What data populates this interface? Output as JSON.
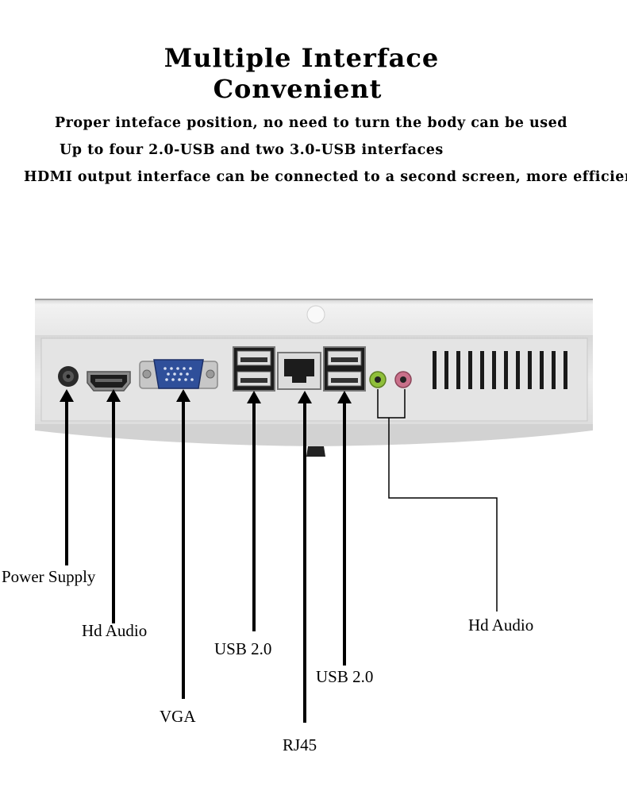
{
  "title": {
    "line1": "Multiple Interface",
    "line2": "Convenient"
  },
  "features": [
    "Proper inteface position, no need to turn the body can be used",
    "Up to four 2.0-USB and two 3.0-USB interfaces",
    "HDMI output interface can be connected to a second screen, more efficient"
  ],
  "ports": {
    "power": "Power Supply",
    "hdmi": "Hd Audio",
    "vga": "VGA",
    "usb_left": "USB 2.0",
    "rj45": "RJ45",
    "usb_right": "USB 2.0",
    "audio": "Hd Audio"
  },
  "colors": {
    "panel": "#e9e9e9",
    "vga_blue": "#2f4f9a",
    "audio_green": "#8fbf3a",
    "audio_pink": "#c9708a"
  }
}
